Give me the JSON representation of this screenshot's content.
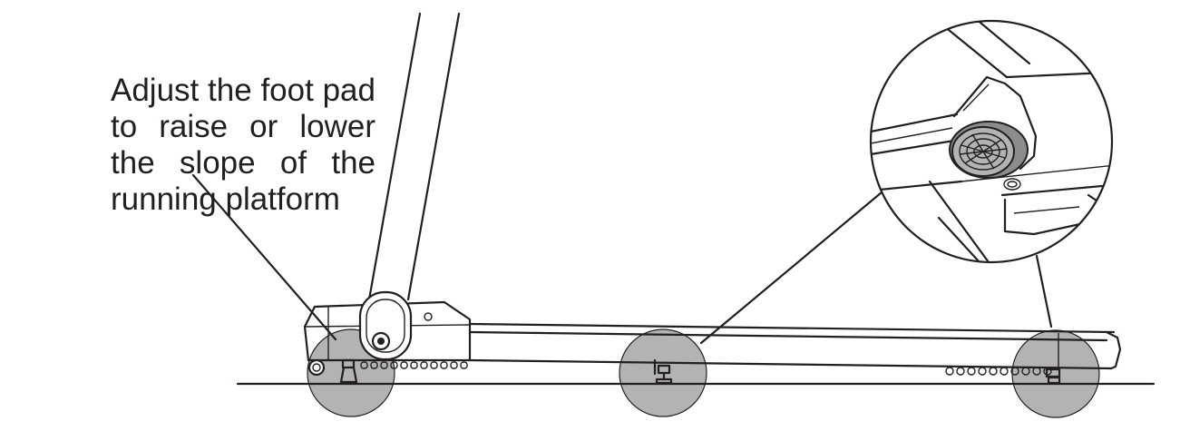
{
  "caption": "Adjust the foot pad to raise or lower the slope of the running platform",
  "colors": {
    "line": "#231f20",
    "highlight": "#b3b3b3",
    "background": "#ffffff"
  },
  "icons": [
    "treadmill-side-view",
    "foot-pad-detail-magnifier"
  ]
}
